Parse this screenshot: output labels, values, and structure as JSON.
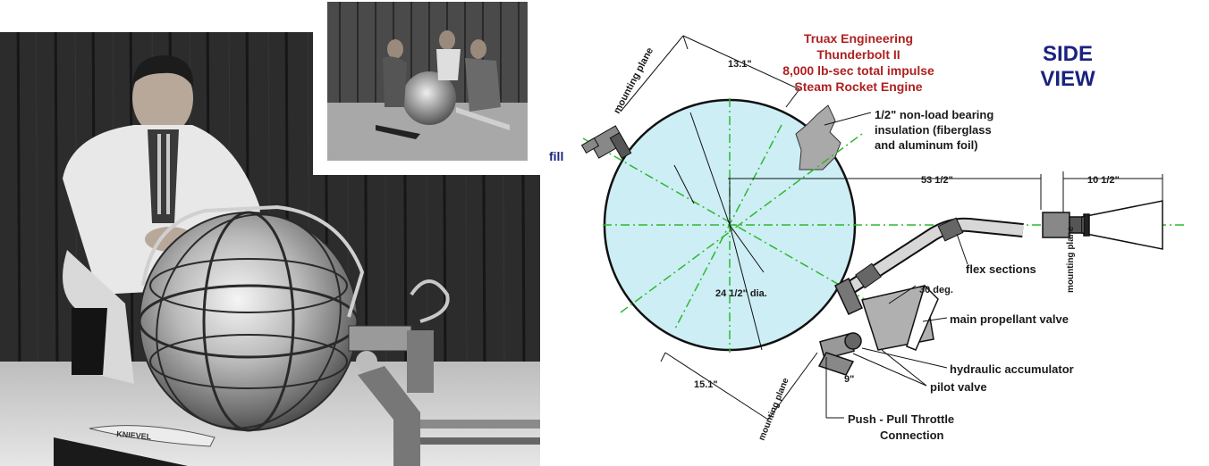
{
  "photo": {
    "sled_text": "KNIEVEL"
  },
  "diagram": {
    "title_lines": [
      "Truax Engineering",
      "Thunderbolt II",
      "8,000 lb-sec total impulse",
      "Steam Rocket Engine"
    ],
    "view_lines": [
      "SIDE",
      "VIEW"
    ],
    "labels": {
      "mounting_plane_top": "mounting plane",
      "dim_13": "13.1\"",
      "insulation": [
        "1/2\" non-load bearing",
        "insulation (fiberglass",
        "and aluminum foil)"
      ],
      "fill": "fill",
      "dim_53": "53 1/2\"",
      "dim_10": "10 1/2\"",
      "flex_sections": "flex sections",
      "mounting_plane_right": "mounting plane",
      "deg30": "30 deg.",
      "main_valve": "main propellant valve",
      "diameter": "24 1/2\" dia.",
      "hyd_acc": "hydraulic accumulator",
      "pilot_valve": "pilot valve",
      "dim_9": "9\"",
      "dim_15": "15.1\"",
      "mounting_plane_bottom": "mounting plane",
      "throttle": [
        "Push - Pull Throttle",
        "Connection"
      ]
    },
    "colors": {
      "sphere_fill": "#cdeef5",
      "centerline": "#2eb82e",
      "title_red": "#b02020",
      "view_navy": "#1a237e"
    }
  }
}
